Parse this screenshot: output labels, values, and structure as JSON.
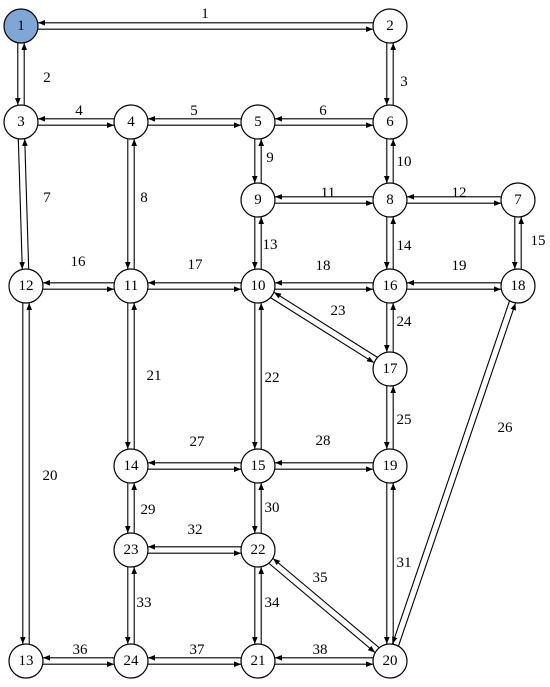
{
  "colors": {
    "highlight_node": "#7fa7d6",
    "stroke": "#000000",
    "background": "#ffffff"
  },
  "highlight_node": "1",
  "nodes": [
    {
      "id": "1",
      "label": "1"
    },
    {
      "id": "2",
      "label": "2"
    },
    {
      "id": "3",
      "label": "3"
    },
    {
      "id": "4",
      "label": "4"
    },
    {
      "id": "5",
      "label": "5"
    },
    {
      "id": "6",
      "label": "6"
    },
    {
      "id": "7",
      "label": "7"
    },
    {
      "id": "8",
      "label": "8"
    },
    {
      "id": "9",
      "label": "9"
    },
    {
      "id": "10",
      "label": "10"
    },
    {
      "id": "11",
      "label": "11"
    },
    {
      "id": "12",
      "label": "12"
    },
    {
      "id": "13",
      "label": "13"
    },
    {
      "id": "14",
      "label": "14"
    },
    {
      "id": "15",
      "label": "15"
    },
    {
      "id": "16",
      "label": "16"
    },
    {
      "id": "17",
      "label": "17"
    },
    {
      "id": "18",
      "label": "18"
    },
    {
      "id": "19",
      "label": "19"
    },
    {
      "id": "20",
      "label": "20"
    },
    {
      "id": "21",
      "label": "21"
    },
    {
      "id": "22",
      "label": "22"
    },
    {
      "id": "23",
      "label": "23"
    },
    {
      "id": "24",
      "label": "24"
    }
  ],
  "links": [
    {
      "id": "1",
      "label": "1",
      "from": "1",
      "to": "2"
    },
    {
      "id": "2",
      "label": "2",
      "from": "1",
      "to": "3"
    },
    {
      "id": "3",
      "label": "3",
      "from": "2",
      "to": "6"
    },
    {
      "id": "4",
      "label": "4",
      "from": "3",
      "to": "4"
    },
    {
      "id": "5",
      "label": "5",
      "from": "4",
      "to": "5"
    },
    {
      "id": "6",
      "label": "6",
      "from": "5",
      "to": "6"
    },
    {
      "id": "7",
      "label": "7",
      "from": "3",
      "to": "12"
    },
    {
      "id": "8",
      "label": "8",
      "from": "4",
      "to": "11"
    },
    {
      "id": "9",
      "label": "9",
      "from": "5",
      "to": "9"
    },
    {
      "id": "10",
      "label": "10",
      "from": "6",
      "to": "8"
    },
    {
      "id": "11",
      "label": "11",
      "from": "9",
      "to": "8"
    },
    {
      "id": "12",
      "label": "12",
      "from": "8",
      "to": "7"
    },
    {
      "id": "13",
      "label": "13",
      "from": "9",
      "to": "10"
    },
    {
      "id": "14",
      "label": "14",
      "from": "8",
      "to": "16"
    },
    {
      "id": "15",
      "label": "15",
      "from": "7",
      "to": "18"
    },
    {
      "id": "16",
      "label": "16",
      "from": "12",
      "to": "11"
    },
    {
      "id": "17",
      "label": "17",
      "from": "11",
      "to": "10"
    },
    {
      "id": "18",
      "label": "18",
      "from": "10",
      "to": "16"
    },
    {
      "id": "19",
      "label": "19",
      "from": "16",
      "to": "18"
    },
    {
      "id": "20",
      "label": "20",
      "from": "12",
      "to": "13"
    },
    {
      "id": "21",
      "label": "21",
      "from": "11",
      "to": "14"
    },
    {
      "id": "22",
      "label": "22",
      "from": "10",
      "to": "15"
    },
    {
      "id": "23",
      "label": "23",
      "from": "10",
      "to": "17"
    },
    {
      "id": "24",
      "label": "24",
      "from": "16",
      "to": "17"
    },
    {
      "id": "25",
      "label": "25",
      "from": "17",
      "to": "19"
    },
    {
      "id": "26",
      "label": "26",
      "from": "18",
      "to": "20"
    },
    {
      "id": "27",
      "label": "27",
      "from": "14",
      "to": "15"
    },
    {
      "id": "28",
      "label": "28",
      "from": "15",
      "to": "19"
    },
    {
      "id": "29",
      "label": "29",
      "from": "14",
      "to": "23"
    },
    {
      "id": "30",
      "label": "30",
      "from": "15",
      "to": "22"
    },
    {
      "id": "31",
      "label": "31",
      "from": "19",
      "to": "20"
    },
    {
      "id": "32",
      "label": "32",
      "from": "23",
      "to": "22"
    },
    {
      "id": "33",
      "label": "33",
      "from": "23",
      "to": "24"
    },
    {
      "id": "34",
      "label": "34",
      "from": "22",
      "to": "21"
    },
    {
      "id": "35",
      "label": "35",
      "from": "22",
      "to": "20"
    },
    {
      "id": "36",
      "label": "36",
      "from": "13",
      "to": "24"
    },
    {
      "id": "37",
      "label": "37",
      "from": "24",
      "to": "21"
    },
    {
      "id": "38",
      "label": "38",
      "from": "21",
      "to": "20"
    }
  ]
}
